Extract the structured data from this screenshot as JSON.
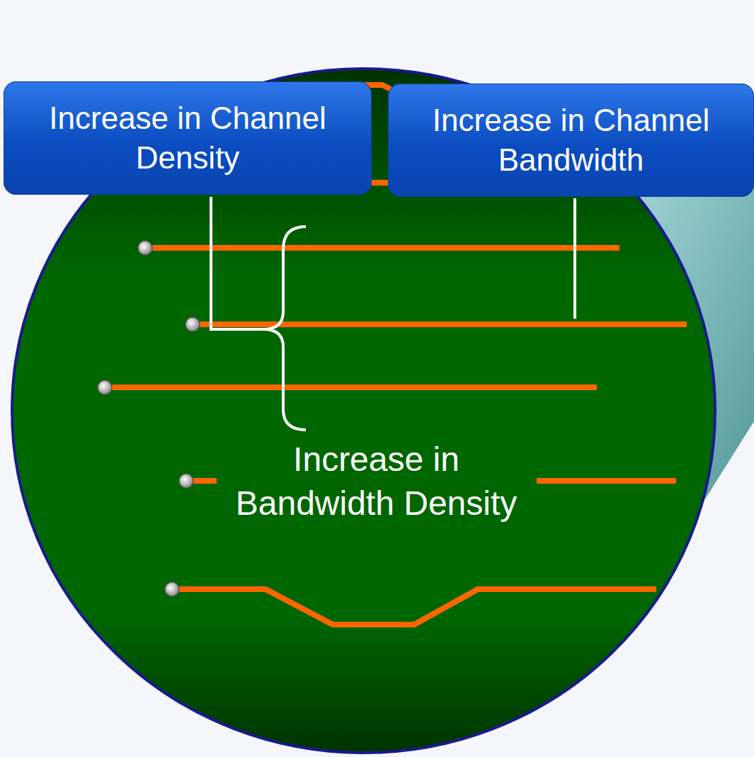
{
  "diagram": {
    "nodes": [
      {
        "text": [
          "Increase in Channel Density"
        ]
      },
      {
        "text": [
          "Increase in Channel Bandwidth"
        ]
      },
      {
        "text": [
          "Increase in Bandwidth Density"
        ]
      }
    ]
  }
}
